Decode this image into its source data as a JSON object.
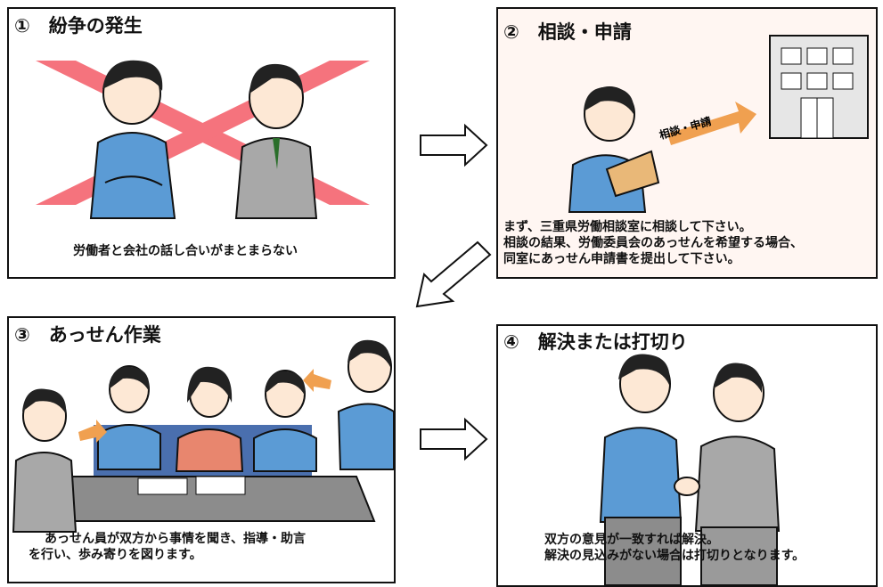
{
  "panels": [
    {
      "title": "①　紛争の発生",
      "caption": [
        "労働者と会社の話し合いがまとまらない"
      ]
    },
    {
      "title": "②　相談・申請",
      "sign_label": "相談・申請",
      "caption": [
        "まず、三重県労働相談室に相談して下さい。",
        "相談の結果、労働委員会のあっせんを希望する場合、",
        "同室にあっせん申請書を提出して下さい。"
      ]
    },
    {
      "title": "③　あっせん作業",
      "caption": [
        "あっせん員が双方から事情を聞き、指導・助言",
        "を行い、歩み寄りを図ります。"
      ]
    },
    {
      "title": "④　解決または打切り",
      "caption": [
        "双方の意見が一致すれば解決。",
        "解決の見込みがない場合は打切りとなります。"
      ]
    }
  ],
  "colors": {
    "cross": "#f5737d",
    "shirt": "#5b9bd5",
    "suit": "#a8a8a8",
    "arrow_orange": "#f0a050",
    "table": "#8c8c8c"
  },
  "icons": [
    "flow-arrow-right-icon",
    "flow-arrow-down-left-icon",
    "building-icon",
    "handshake-icon"
  ]
}
